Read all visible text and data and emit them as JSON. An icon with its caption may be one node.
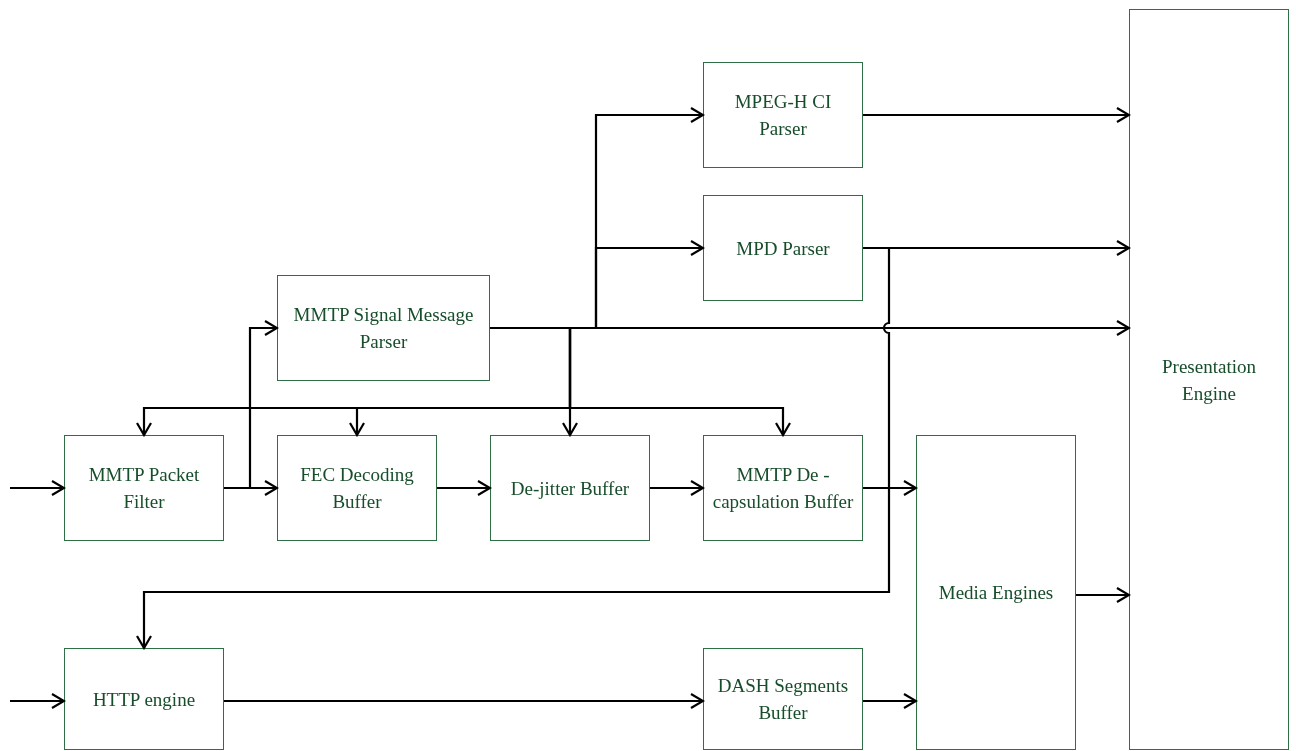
{
  "diagram": {
    "nodes": [
      {
        "text": [
          "MPEG-H CI Parser"
        ]
      },
      {
        "text": [
          "MPD Parser"
        ]
      },
      {
        "text": [
          "MMTP Signal Message Parser"
        ]
      },
      {
        "text": [
          "Presentation Engine"
        ]
      },
      {
        "text": [
          "MMTP Packet Filter"
        ]
      },
      {
        "text": [
          "FEC Decoding Buffer"
        ]
      },
      {
        "text": [
          "De-jitter Buffer"
        ]
      },
      {
        "text": [
          "MMTP De - capsulation Buffer"
        ]
      },
      {
        "text": [
          "Media Engines"
        ]
      },
      {
        "text": [
          "HTTP engine"
        ]
      },
      {
        "text": [
          "DASH Segments Buffer"
        ]
      }
    ],
    "edges": [
      {
        "from": null,
        "to": 4,
        "arrow": "to"
      },
      {
        "from": 4,
        "to": 5,
        "arrow": "to"
      },
      {
        "from": 4,
        "to": 2,
        "arrow": "to"
      },
      {
        "from": 5,
        "to": 6,
        "arrow": "to"
      },
      {
        "from": 6,
        "to": 7,
        "arrow": "to"
      },
      {
        "from": 7,
        "to": 8,
        "arrow": "to"
      },
      {
        "from": 2,
        "to": 0,
        "arrow": "to"
      },
      {
        "from": 2,
        "to": 1,
        "arrow": "to"
      },
      {
        "from": 2,
        "to": 3,
        "arrow": "to"
      },
      {
        "from": 2,
        "to": 4,
        "arrow": "to"
      },
      {
        "from": 2,
        "to": 5,
        "arrow": "to"
      },
      {
        "from": 2,
        "to": 6,
        "arrow": "to"
      },
      {
        "from": 2,
        "to": 7,
        "arrow": "to"
      },
      {
        "from": 0,
        "to": 3,
        "arrow": "to"
      },
      {
        "from": 1,
        "to": 3,
        "arrow": "to"
      },
      {
        "from": 1,
        "to": 9,
        "arrow": "to"
      },
      {
        "from": 8,
        "to": 3,
        "arrow": "to"
      },
      {
        "from": null,
        "to": 9,
        "arrow": "to"
      },
      {
        "from": 9,
        "to": 10,
        "arrow": "to"
      },
      {
        "from": 10,
        "to": 8,
        "arrow": "to"
      }
    ]
  }
}
